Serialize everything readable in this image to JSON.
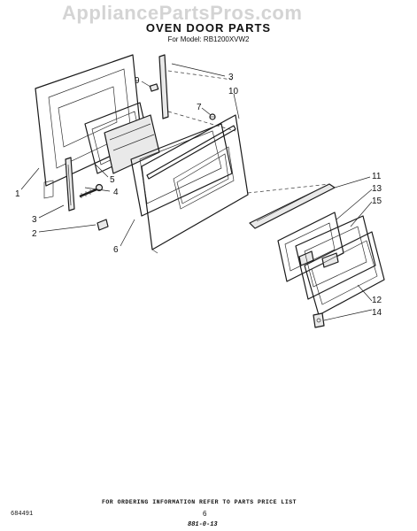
{
  "watermark": "AppliancePartsPros.com",
  "header": {
    "title": "OVEN DOOR PARTS",
    "model": "For Model: RB1200XVW2"
  },
  "callouts": [
    {
      "id": "c1",
      "label": "1"
    },
    {
      "id": "c2",
      "label": "2"
    },
    {
      "id": "c3l",
      "label": "3"
    },
    {
      "id": "c3r",
      "label": "3"
    },
    {
      "id": "c4",
      "label": "4"
    },
    {
      "id": "c5",
      "label": "5"
    },
    {
      "id": "c6",
      "label": "6"
    },
    {
      "id": "c7",
      "label": "7"
    },
    {
      "id": "c9",
      "label": "9"
    },
    {
      "id": "c10",
      "label": "10"
    },
    {
      "id": "c11",
      "label": "11"
    },
    {
      "id": "c12",
      "label": "12"
    },
    {
      "id": "c13",
      "label": "13"
    },
    {
      "id": "c14",
      "label": "14"
    },
    {
      "id": "c15",
      "label": "15"
    }
  ],
  "footer": {
    "ordering_note": "FOR ORDERING INFORMATION REFER TO PARTS PRICE LIST",
    "doc_number": "684491",
    "page_number": "6",
    "stamp": "881-0-13"
  }
}
